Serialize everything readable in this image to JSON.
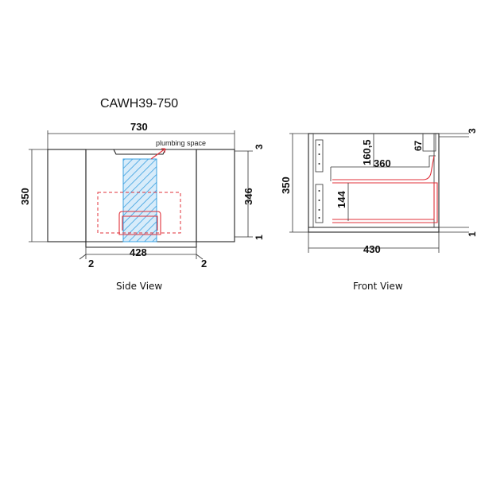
{
  "title": "CAWH39-750",
  "side_view": {
    "caption": "Side View",
    "dim_width": "730",
    "dim_height": "350",
    "dim_inner_height": "346",
    "dim_inner_width": "428",
    "dim_top_gap": "3",
    "dim_bottom_gap": "1",
    "dim_left_offset": "2",
    "dim_right_offset": "2",
    "plumbing_label": "plumbing space"
  },
  "front_view": {
    "caption": "Front View",
    "dim_width": "430",
    "dim_height": "350",
    "dim_top_gap": "3",
    "dim_bottom_gap": "1",
    "dim_drawer_height": "160,5",
    "dim_drawer_depth": "360",
    "dim_top_lip": "67",
    "dim_inner_drawer": "144"
  },
  "colors": {
    "outline": "#222222",
    "drawer_red": "#e0303a",
    "plumbing_blue": "#3aa0e0"
  }
}
